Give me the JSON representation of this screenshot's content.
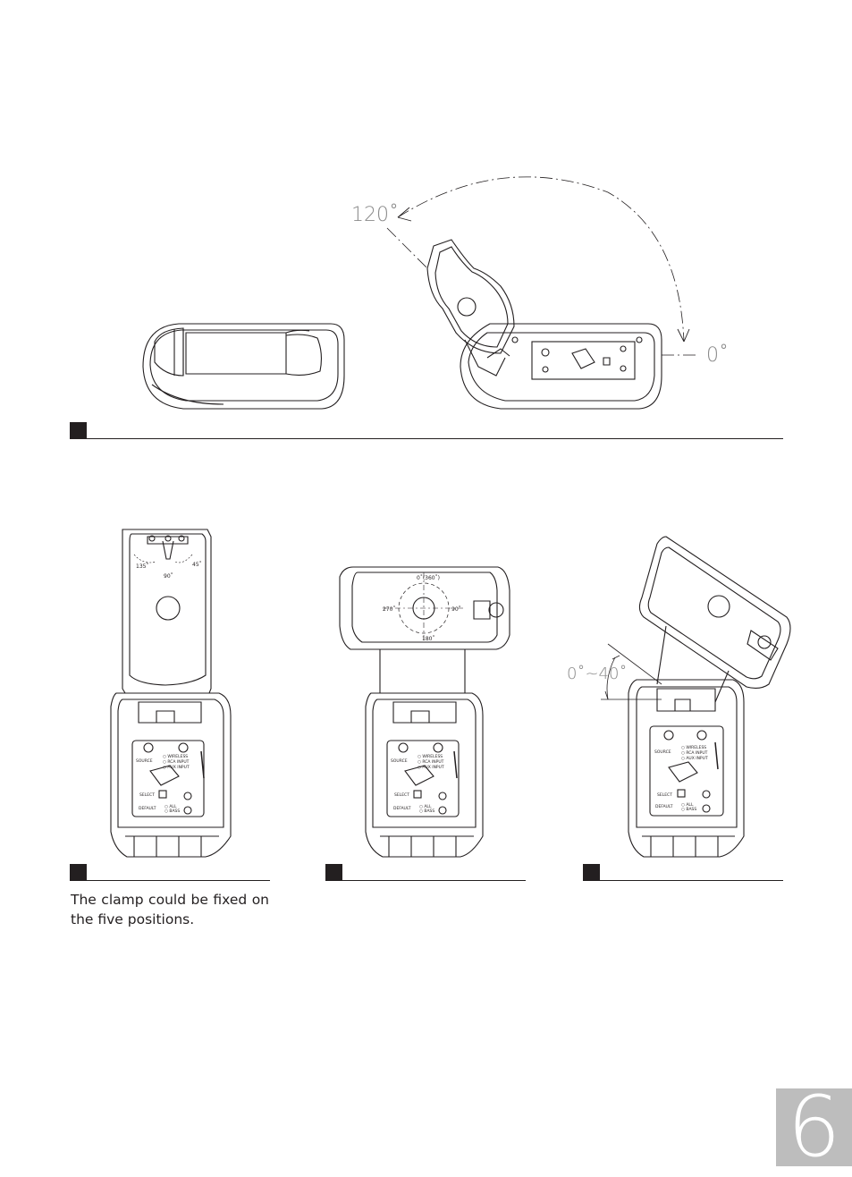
{
  "page": {
    "page_number": "6"
  },
  "figure_top": {
    "angle_open": "120˚",
    "angle_closed": "0˚"
  },
  "figure_bottom": {
    "angle_tilt": "0˚~40˚",
    "rotation_labels": {
      "top": "0˚(360˚)",
      "left": "270˚",
      "right": "90˚",
      "bottom": "180˚"
    },
    "clamp_labels": {
      "left": "135˚",
      "right": "45˚",
      "bottom": "90˚"
    },
    "panel_labels": {
      "source": "SOURCE",
      "wireless": "WIRELESS",
      "rca_input": "RCA INPUT",
      "aux_input": "AUX INPUT",
      "select": "SELECT",
      "default": "DEFAULT",
      "all": "ALL",
      "bass": "BASS"
    }
  },
  "caption": {
    "line1": "The clamp could be fixed on",
    "line2": "the five positions."
  }
}
